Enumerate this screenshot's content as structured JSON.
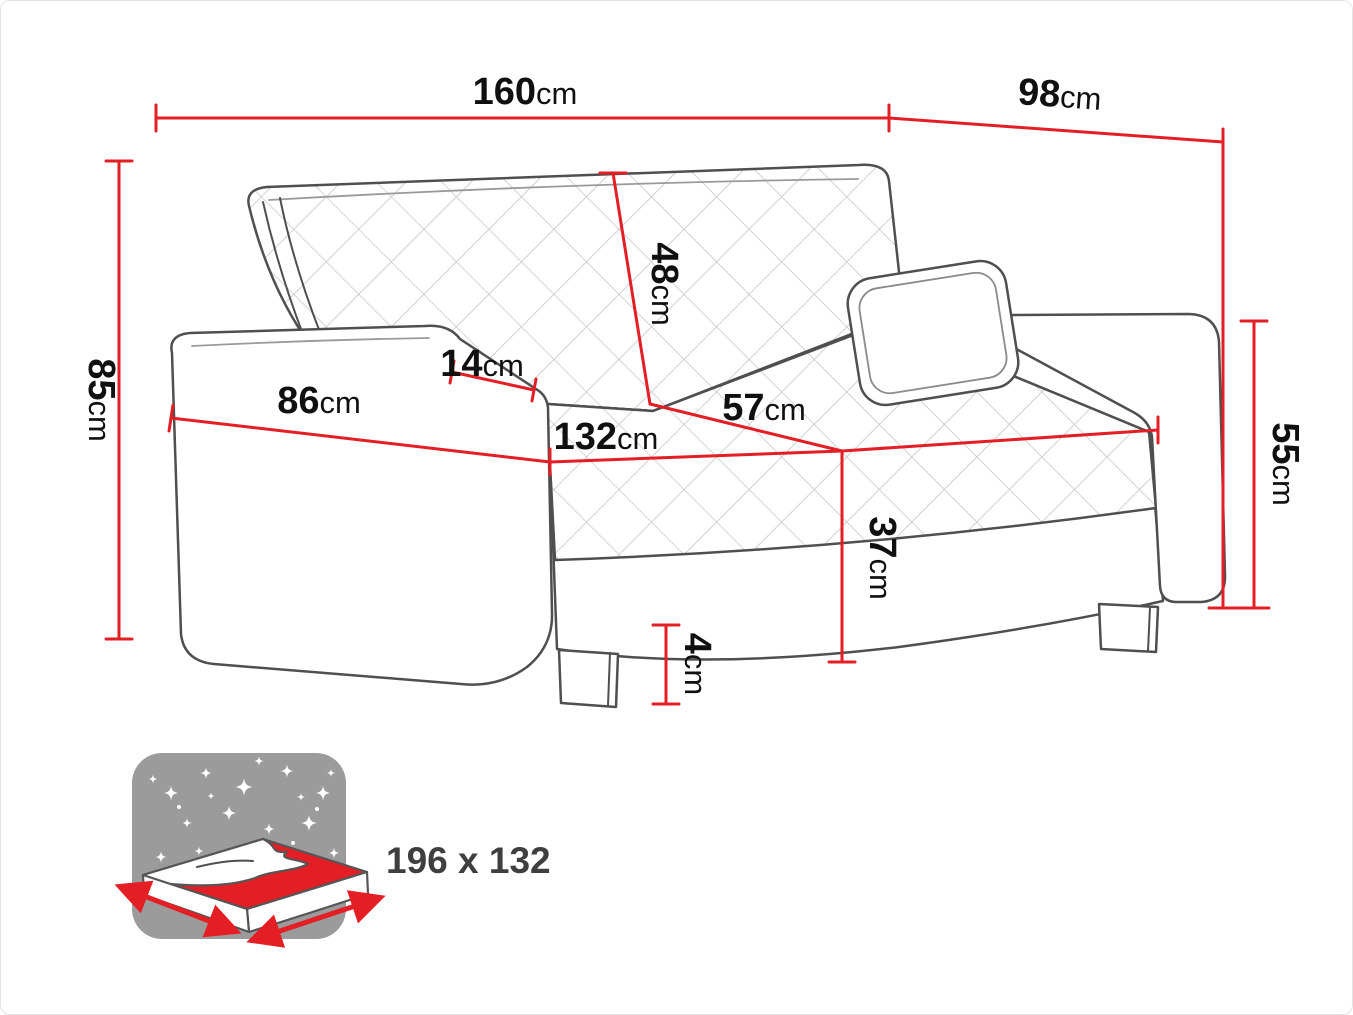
{
  "colors": {
    "accent": "#e31e25",
    "line": "#4f4f4f",
    "icon_gray": "#9b9b9b"
  },
  "dimensions": {
    "total_width": {
      "value": "160",
      "unit": "cm"
    },
    "total_depth": {
      "value": "98",
      "unit": "cm"
    },
    "total_height": {
      "value": "85",
      "unit": "cm"
    },
    "backrest_height": {
      "value": "48",
      "unit": "cm"
    },
    "armrest_width": {
      "value": "14",
      "unit": "cm"
    },
    "armrest_span": {
      "value": "86",
      "unit": "cm"
    },
    "seat_depth": {
      "value": "57",
      "unit": "cm"
    },
    "seat_width": {
      "value": "132",
      "unit": "cm"
    },
    "side_height": {
      "value": "55",
      "unit": "cm"
    },
    "seat_height": {
      "value": "37",
      "unit": "cm"
    },
    "leg_height": {
      "value": "4",
      "unit": "cm"
    }
  },
  "sleeping_area": {
    "label": "196 x 132"
  }
}
